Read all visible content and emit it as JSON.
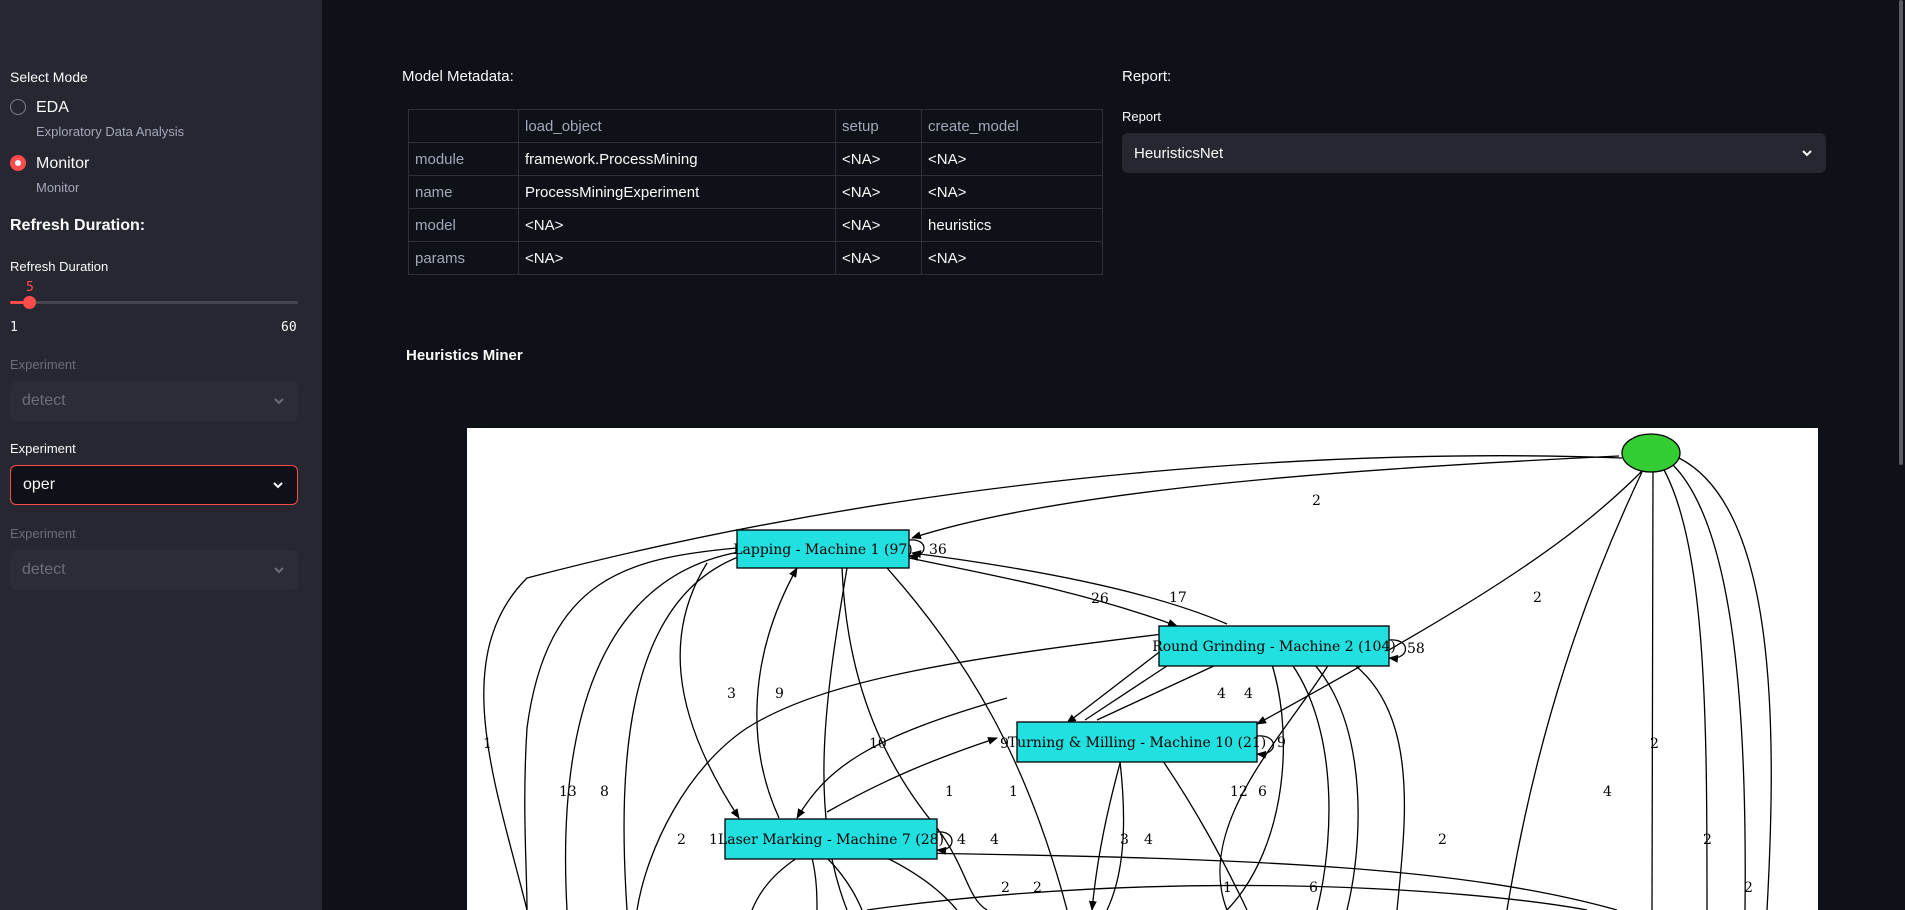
{
  "sidebar": {
    "mode_label": "Select Mode",
    "modes": [
      {
        "title": "EDA",
        "subtitle": "Exploratory Data Analysis",
        "selected": false
      },
      {
        "title": "Monitor",
        "subtitle": "Monitor",
        "selected": true
      }
    ],
    "refresh_heading": "Refresh Duration:",
    "refresh_label": "Refresh Duration",
    "slider": {
      "value": "5",
      "min": "1",
      "max": "60"
    },
    "experiments": [
      {
        "label": "Experiment",
        "value": "detect",
        "state": "disabled"
      },
      {
        "label": "Experiment",
        "value": "oper",
        "state": "active"
      },
      {
        "label": "Experiment",
        "value": "detect",
        "state": "disabled"
      }
    ]
  },
  "main": {
    "metadata_title": "Model Metadata:",
    "table": {
      "columns": [
        "",
        "load_object",
        "setup",
        "create_model"
      ],
      "rows": [
        [
          "module",
          "framework.ProcessMining",
          "<NA>",
          "<NA>"
        ],
        [
          "name",
          "ProcessMiningExperiment",
          "<NA>",
          "<NA>"
        ],
        [
          "model",
          "<NA>",
          "<NA>",
          "heuristics"
        ],
        [
          "params",
          "<NA>",
          "<NA>",
          "<NA>"
        ]
      ]
    },
    "report_title": "Report:",
    "report_label": "Report",
    "report_value": "HeuristicsNet",
    "graph_title": "Heuristics Miner"
  },
  "graph": {
    "nodes": {
      "lapping": "Lapping - Machine 1 (97)",
      "round": "Round Grinding - Machine 2 (104)",
      "turning": "Turning & Milling - Machine 10 (21)",
      "laser": "Laser Marking - Machine 7 (28)"
    },
    "edge_labels": [
      "2",
      "36",
      "26",
      "17",
      "2",
      "58",
      "3",
      "9",
      "4",
      "4",
      "9",
      "1",
      "10",
      "9",
      "1",
      "1",
      "2",
      "13",
      "8",
      "12",
      "6",
      "2",
      "4",
      "2",
      "3",
      "4",
      "2",
      "1",
      "4",
      "4",
      "2",
      "2",
      "6",
      "1",
      "2"
    ]
  },
  "colors": {
    "accent": "#ff4b4b",
    "node_fill": "#22e0e0",
    "start_node": "#33cc33"
  }
}
